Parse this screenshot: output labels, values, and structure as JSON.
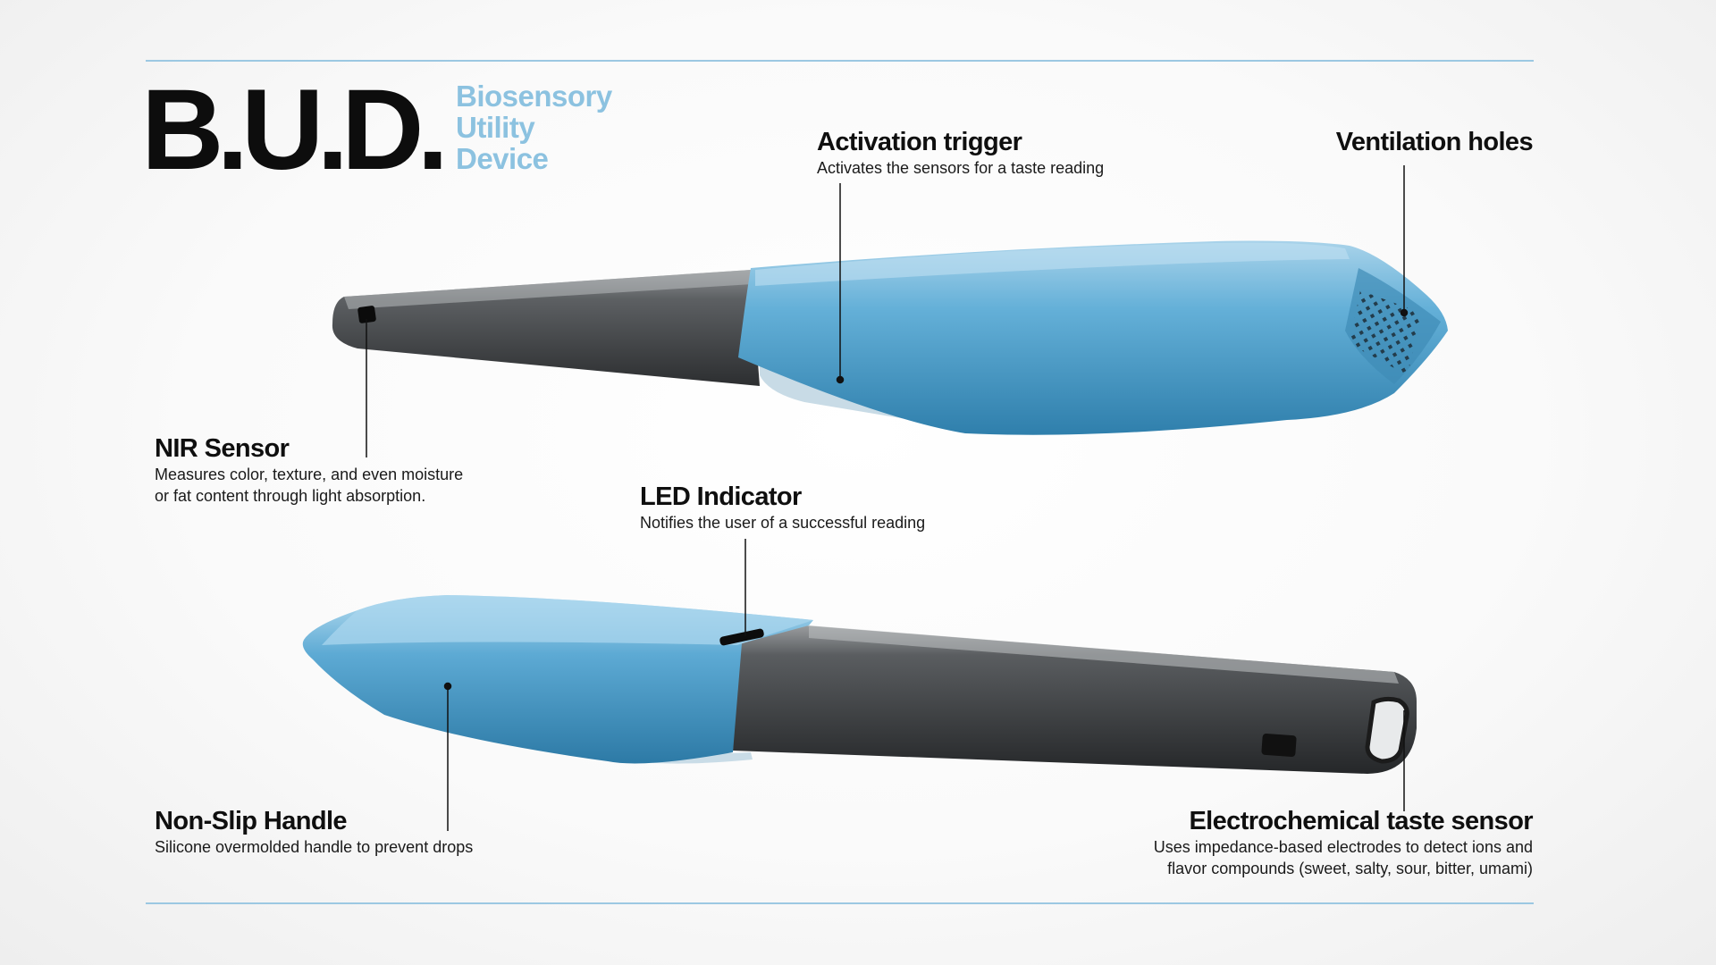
{
  "logo": {
    "title": "B.U.D.",
    "tagline": [
      "Biosensory",
      "Utility",
      "Device"
    ]
  },
  "colors": {
    "accent": "#8cc2e0",
    "rule": "#9cc8e2",
    "silicone": "#4a9ec9",
    "body_dark": "#3b3d40"
  },
  "callouts": {
    "activation": {
      "title": "Activation trigger",
      "desc": [
        "Activates the sensors for a taste reading"
      ]
    },
    "ventilation": {
      "title": "Ventilation holes",
      "desc": []
    },
    "nir": {
      "title": "NIR Sensor",
      "desc": [
        "Measures color, texture, and even moisture",
        "or fat content through light absorption."
      ]
    },
    "led": {
      "title": "LED Indicator",
      "desc": [
        "Notifies the user of a successful reading"
      ]
    },
    "handle": {
      "title": "Non-Slip Handle",
      "desc": [
        "Silicone overmolded handle to prevent drops"
      ]
    },
    "electro": {
      "title": "Electrochemical taste sensor",
      "desc": [
        "Uses impedance-based electrodes to detect ions and",
        "flavor compounds (sweet, salty, sour, bitter, umami)"
      ]
    }
  }
}
